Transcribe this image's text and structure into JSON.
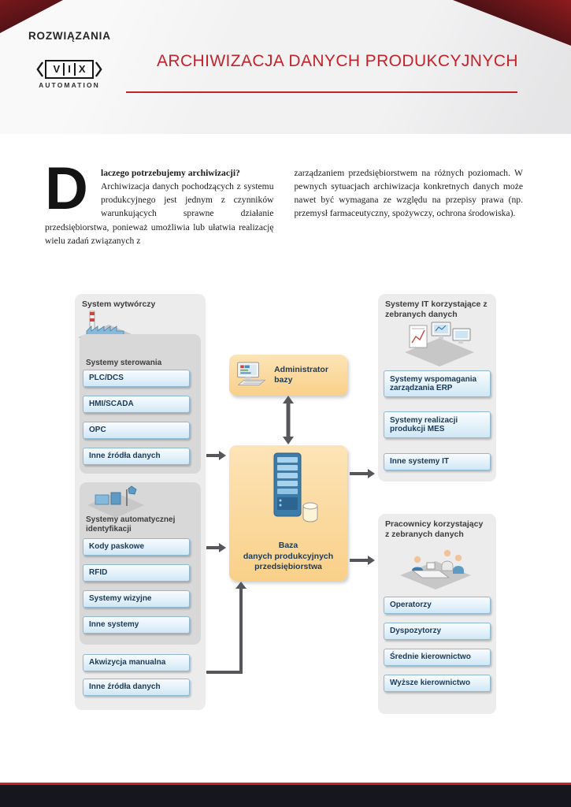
{
  "header": {
    "eyebrow": "ROZWIĄZANIA",
    "logo": {
      "letters": [
        "V",
        "I",
        "X"
      ],
      "subtitle": "AUTOMATION"
    },
    "title": "ARCHIWIZACJA DANYCH PRODUKCYJNYCH"
  },
  "intro": {
    "dropcap": "D",
    "lead": "laczego potrzebujemy archiwizacji?",
    "col1": "Archiwizacja danych pochodzących z systemu produkcyjnego jest jednym z czynników warunkujących sprawne działanie przedsiębiorstwa, ponieważ umożliwia lub ułatwia realizację wielu zadań związanych z",
    "col2": "zarządzaniem przedsiębiorstwem na różnych poziomach. W pewnych sytuacjach archiwizacja konkretnych danych może nawet być wymagana ze względu na przepisy prawa (np. przemysł farmaceutyczny, spożywczy, ochrona środowiska)."
  },
  "diagram": {
    "source_panel": {
      "title": "System wytwórczy",
      "control_group": {
        "title": "Systemy sterowania",
        "items": [
          "PLC/DCS",
          "HMI/SCADA",
          "OPC",
          "Inne źródła danych"
        ]
      },
      "ident_group": {
        "title": "Systemy automatycznej identyfikacji",
        "items": [
          "Kody paskowe",
          "RFID",
          "Systemy wizyjne",
          "Inne systemy"
        ]
      },
      "manual_items": [
        "Akwizycja manualna",
        "Inne źródła danych"
      ]
    },
    "admin_box": {
      "label": "Administrator bazy"
    },
    "database_box": {
      "label_lines": [
        "Baza",
        "danych produkcyjnych",
        "przedsiębiorstwa"
      ]
    },
    "it_panel": {
      "title": "Systemy IT korzystające z zebranych danych",
      "items": [
        "Systemy wspomagania zarządzania ERP",
        "Systemy realizacji produkcji MES",
        "Inne systemy IT"
      ]
    },
    "users_panel": {
      "title": "Pracownicy korzystający z zebranych danych",
      "items": [
        "Operatorzy",
        "Dyspozytorzy",
        "Średnie kierownictwo",
        "Wyższe kierownictwo"
      ]
    }
  },
  "icons": [
    "factory-icon",
    "conveyor-identification-icon",
    "admin-computer-icon",
    "database-server-icon",
    "database-cylinder-icon",
    "it-workstations-icon",
    "workers-desk-icon"
  ],
  "colors": {
    "accent_red": "#c4232b",
    "orange_box": "#f9d089",
    "item_blue_border": "#8fb9d2",
    "item_text_navy": "#1b3a57",
    "panel_gray": "#ececed",
    "subpanel_gray": "#d8d8d9",
    "arrow_gray": "#56575a",
    "footer_navy": "#16161f"
  }
}
